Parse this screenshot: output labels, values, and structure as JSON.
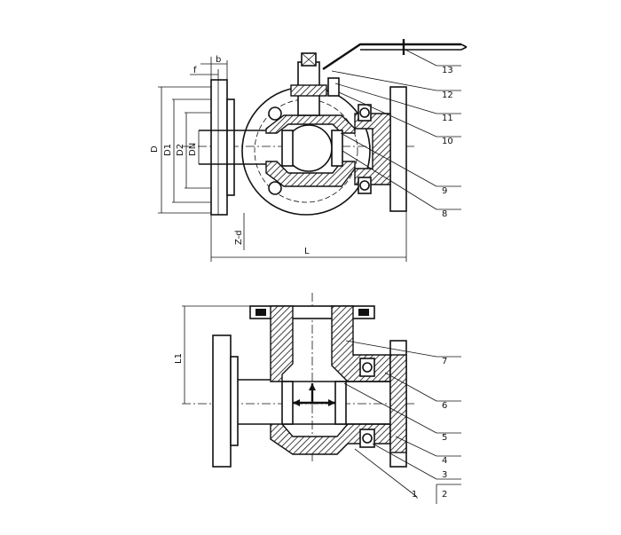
{
  "top_view": {
    "dimension_labels": {
      "b": "b",
      "f": "f",
      "D": "D",
      "D1": "D1",
      "D2": "D2",
      "DN": "DN",
      "z_d": "Z-d",
      "L": "L"
    },
    "part_labels": [
      "13",
      "12",
      "11",
      "10",
      "9",
      "8"
    ]
  },
  "bottom_view": {
    "dimension_labels": {
      "L1": "L1"
    },
    "part_labels": [
      "7",
      "6",
      "5",
      "4",
      "3",
      "1",
      "2"
    ]
  }
}
